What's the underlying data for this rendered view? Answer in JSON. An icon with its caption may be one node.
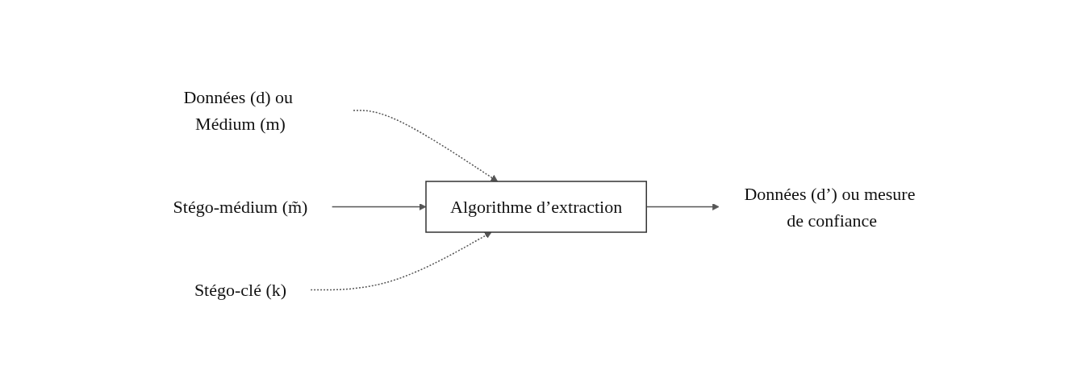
{
  "diagram": {
    "nodes": [
      {
        "text": [
          "Données (d) ou Médium (m)"
        ]
      },
      {
        "text": [
          "Stégo-médium (m̃)"
        ]
      },
      {
        "text": [
          "Algorithme d’extraction"
        ]
      },
      {
        "text": [
          "Stégo-clé (k)"
        ]
      },
      {
        "text": [
          "Données (d’) ou mesure de confiance"
        ]
      }
    ],
    "edges": [
      {
        "from": 0,
        "to": 2,
        "arrow": "to",
        "style": "dashed"
      },
      {
        "from": 1,
        "to": 2,
        "arrow": "to"
      },
      {
        "from": 3,
        "to": 2,
        "arrow": "to",
        "style": "dashed"
      },
      {
        "from": 2,
        "to": 4,
        "arrow": "to"
      }
    ]
  }
}
